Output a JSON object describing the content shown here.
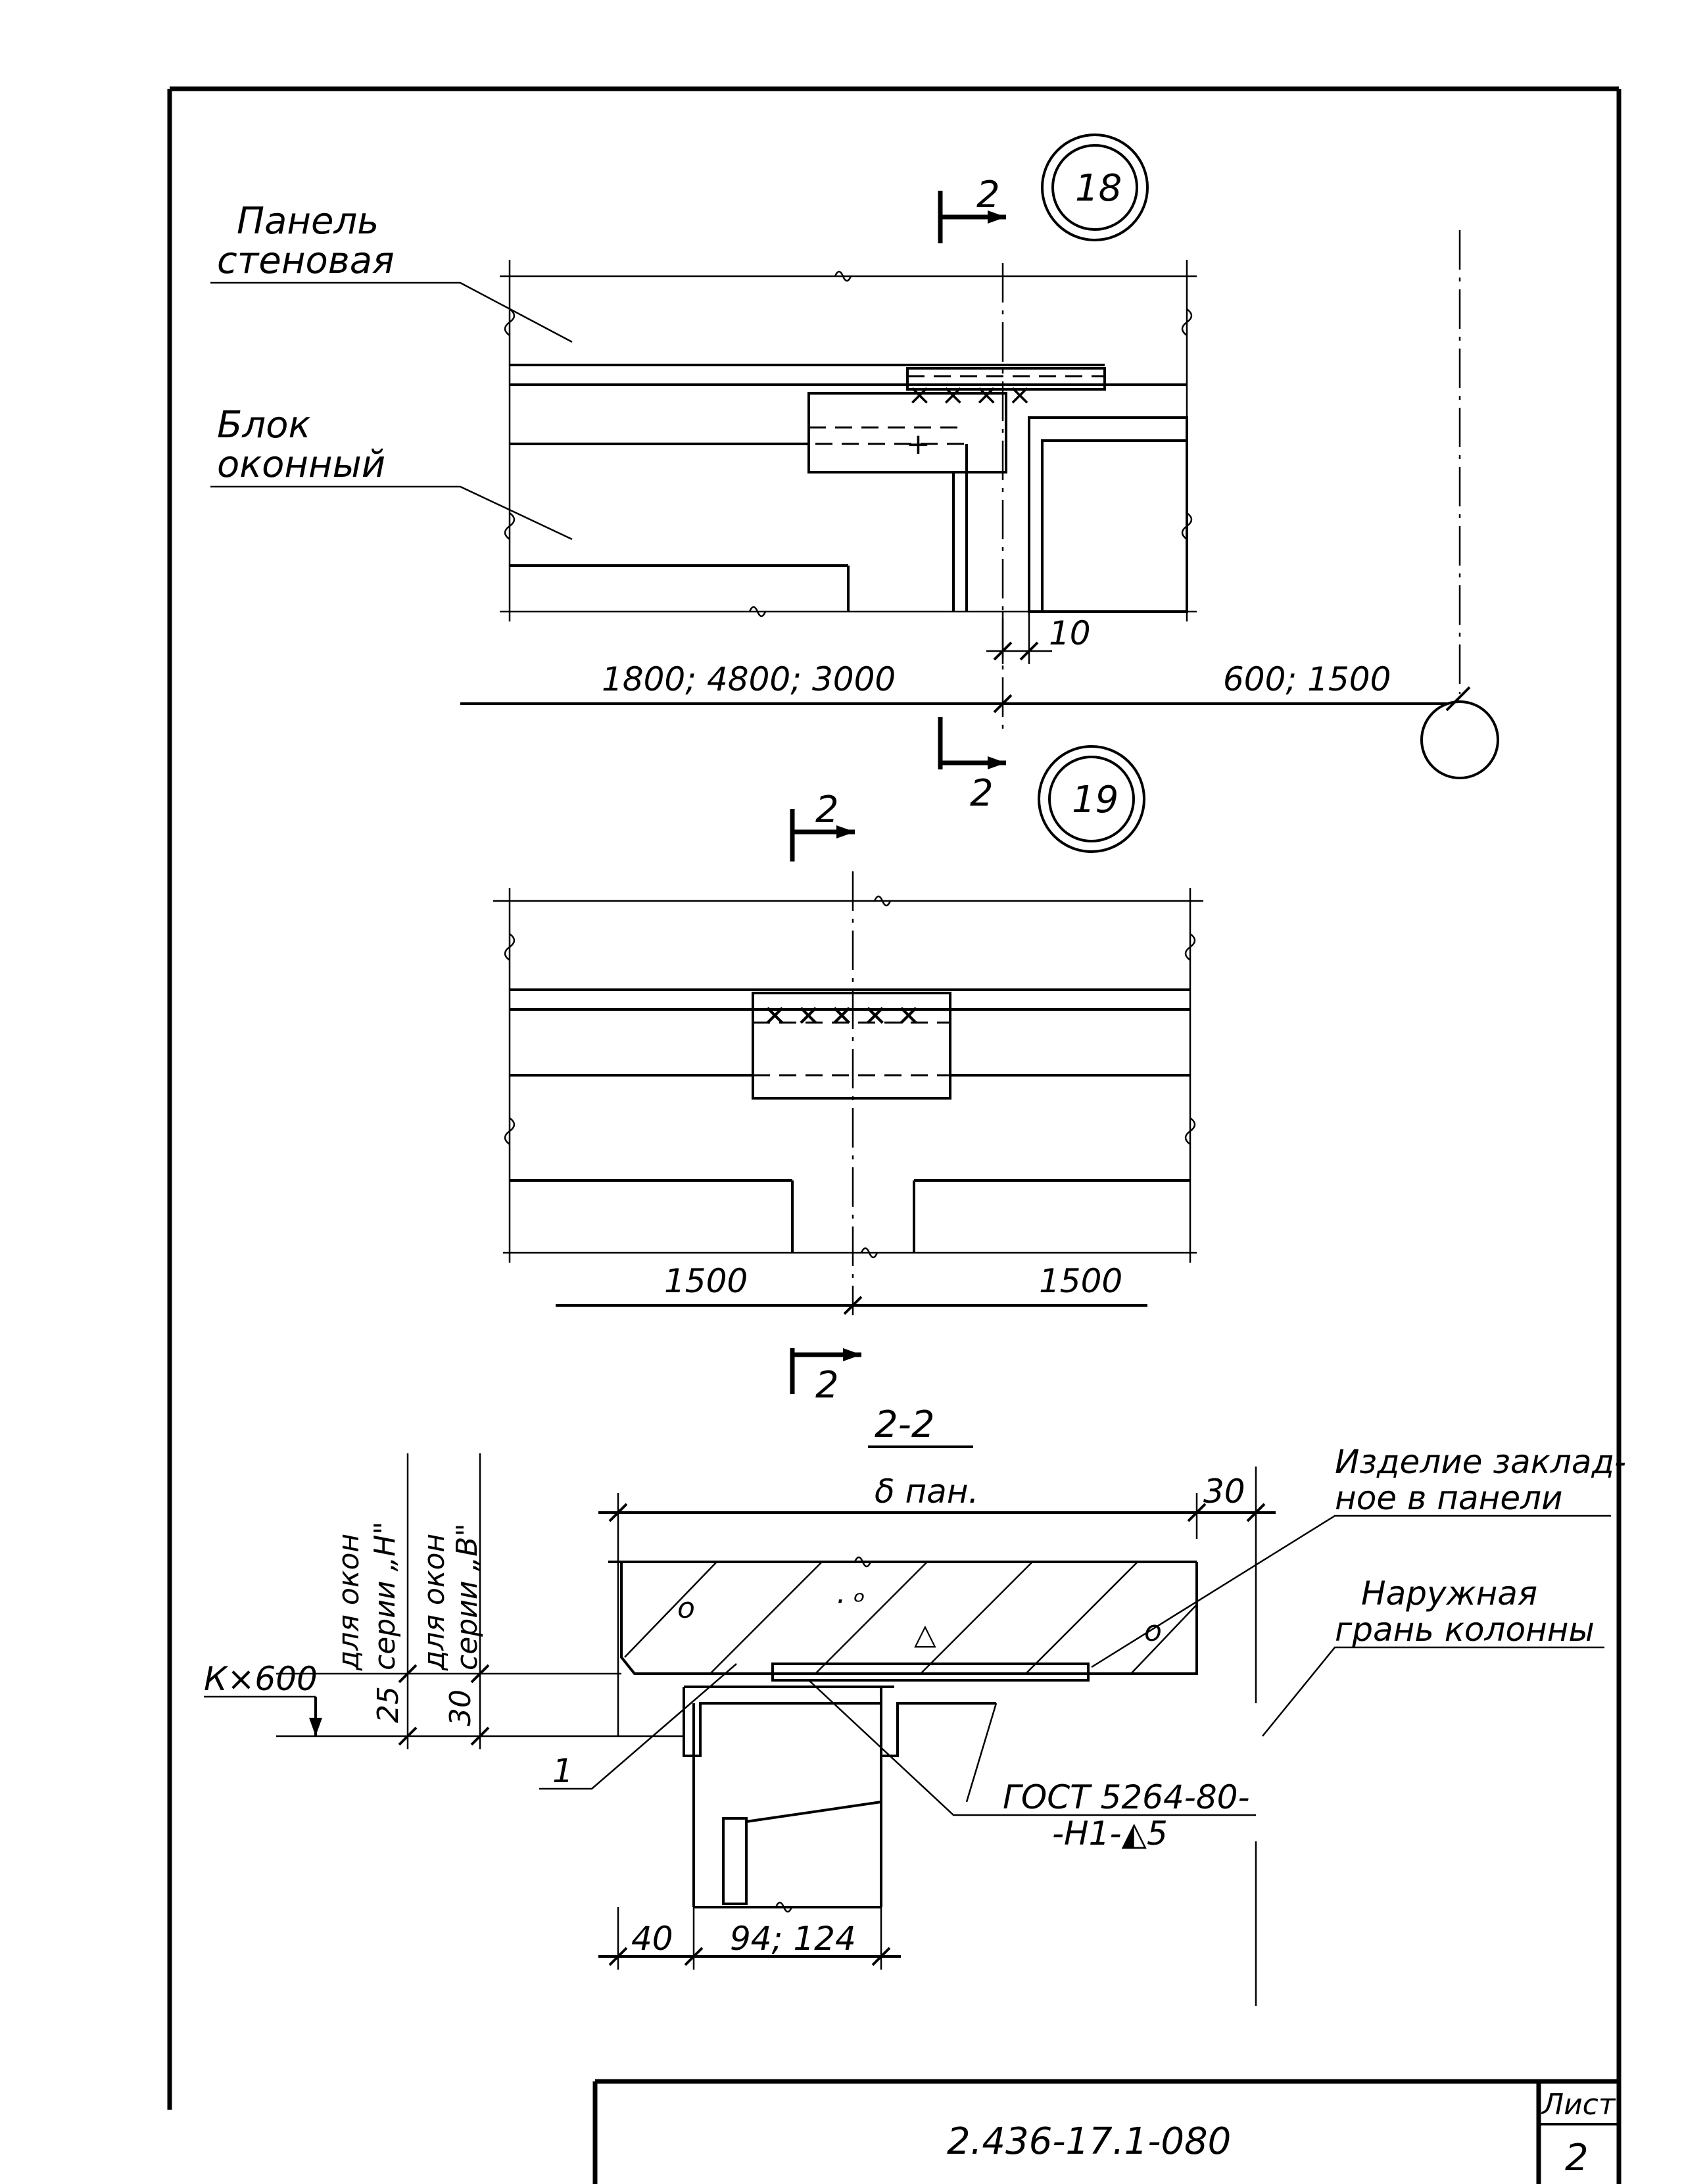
{
  "labels": {
    "panel_wall": [
      "Панель",
      "стеновая"
    ],
    "window_block": [
      "Блок",
      "оконный"
    ],
    "embedded_part": [
      "Изделие заклад-",
      "ное в панели"
    ],
    "column_face": [
      "Наружная",
      "грань колонны"
    ],
    "window_h": [
      "для окон",
      "серии „Н\""
    ],
    "window_v": [
      "для окон",
      "серии „В\""
    ],
    "weld": [
      "ГОСТ 5264-80-",
      "-Н1-◭5"
    ]
  },
  "callouts": {
    "node_18": "18",
    "node_19": "19",
    "section_mark": "2",
    "section_title": "2-2",
    "leader_1": "1"
  },
  "dimensions": {
    "d10": "10",
    "d_spans_left": "1800; 4800; 3000",
    "d_spans_right": "600; 1500",
    "d1500_left": "1500",
    "d1500_right": "1500",
    "d_bpan": "δ пан.",
    "d30_top": "30",
    "d_kx600": "К×600",
    "d25": "25",
    "d30_side": "30",
    "d40": "40",
    "d94": "94; 124"
  },
  "title_block": {
    "doc_code": "2.436-17.1-080",
    "sheet_label": "Лист",
    "sheet_number": "2"
  }
}
